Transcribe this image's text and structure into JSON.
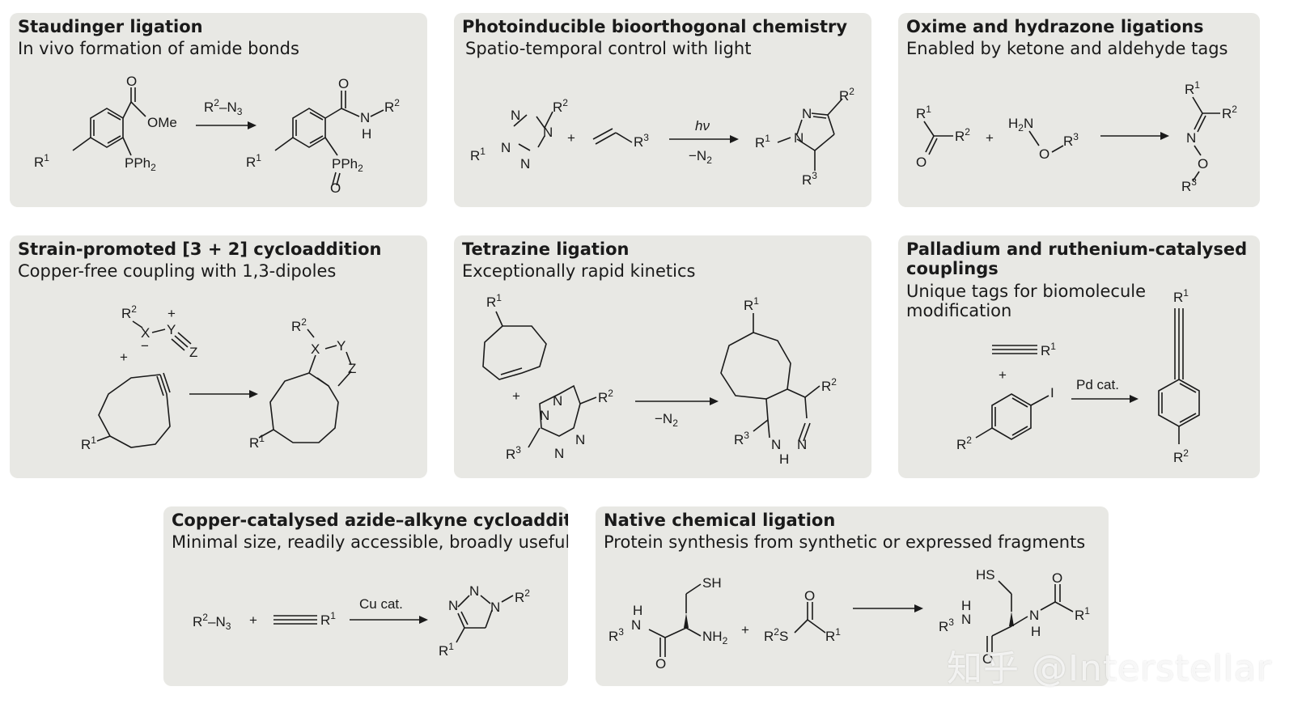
{
  "panels": {
    "staudinger": {
      "title": "Staudinger ligation",
      "subtitle": "In vivo formation of amide bonds"
    },
    "photo": {
      "title": "Photoinducible bioorthogonal chemistry",
      "subtitle": "Spatio-temporal control with light"
    },
    "oxime": {
      "title": "Oxime and hydrazone ligations",
      "subtitle": "Enabled by ketone and aldehyde tags"
    },
    "strain": {
      "title": "Strain-promoted [3 + 2] cycloaddition",
      "subtitle": "Copper-free coupling with  1,3-dipoles"
    },
    "tetrazine": {
      "title": "Tetrazine ligation",
      "subtitle": "Exceptionally rapid kinetics"
    },
    "palladium": {
      "title_line1": "Palladium and ruthenium-catalysed",
      "title_line2": "couplings",
      "subtitle_line1": "Unique tags for biomolecule",
      "subtitle_line2": "modification"
    },
    "cuaac": {
      "title": "Copper-catalysed azide–alkyne cycloaddition",
      "subtitle": "Minimal size, readily accessible, broadly useful"
    },
    "ncl": {
      "title": "Native chemical ligation",
      "subtitle": "Protein synthesis from synthetic or expressed fragments"
    }
  },
  "labels": {
    "ome": "OMe",
    "pph2": "PPh",
    "azide_reagent": "N",
    "hv": "hν",
    "minus_n2": "−N",
    "pd_cat": "Pd cat.",
    "cu_cat": "Cu cat.",
    "plus": "+",
    "sh": "SH",
    "hs": "HS",
    "nh2": "NH",
    "h2n": "H",
    "o": "O",
    "n": "N",
    "h": "H",
    "i": "I",
    "s": "S",
    "x": "X",
    "y": "Y",
    "z": "Z",
    "minus": "−",
    "r": "R",
    "sup1": "1",
    "sup2": "2",
    "sup3": "3",
    "sub2": "2",
    "sub3": "3"
  },
  "watermark": "知乎 @Interstellar"
}
